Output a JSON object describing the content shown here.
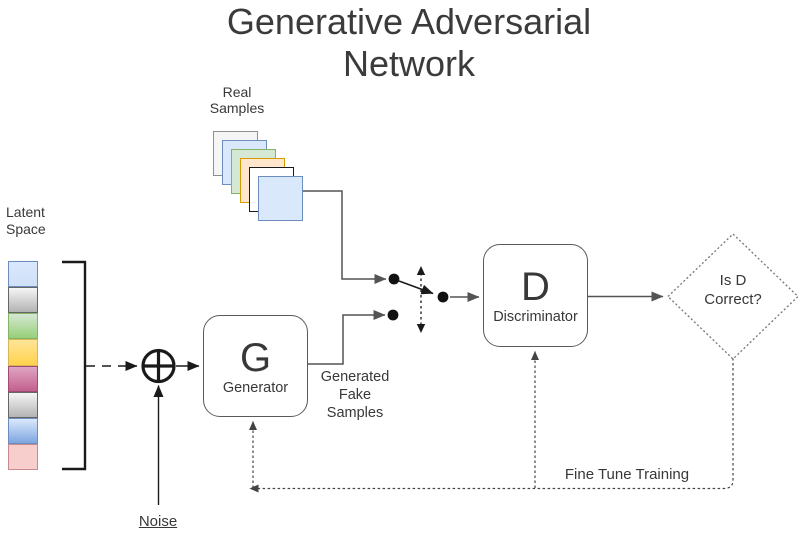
{
  "title": {
    "line1": "Generative Adversarial",
    "line2": "Network"
  },
  "labels": {
    "real_samples": {
      "line1": "Real",
      "line2": "Samples"
    },
    "latent_space": {
      "line1": "Latent",
      "line2": "Space"
    },
    "generated_fake": {
      "line1": "Generated",
      "line2": "Fake",
      "line3": "Samples"
    },
    "noise": "Noise",
    "fine_tune": "Fine Tune Training"
  },
  "nodes": {
    "generator": {
      "letter": "G",
      "label": "Generator"
    },
    "discriminator": {
      "letter": "D",
      "label": "Discriminator"
    },
    "decision": {
      "line1": "Is D",
      "line2": "Correct?"
    }
  },
  "latent_space": {
    "cells": [
      {
        "name": "light-blue",
        "top": "#dae8fc",
        "bottom": "#cfe0f7",
        "border": "#6c8ebf"
      },
      {
        "name": "gray",
        "top": "#f5f5f5",
        "bottom": "#b3b3b3",
        "border": "#666666"
      },
      {
        "name": "green",
        "top": "#d5e8d4",
        "bottom": "#97d077",
        "border": "#82b366"
      },
      {
        "name": "yellow",
        "top": "#ffe599",
        "bottom": "#ffd24d",
        "border": "#d6b656"
      },
      {
        "name": "magenta",
        "top": "#dfa5c1",
        "bottom": "#c2608e",
        "border": "#a04b74"
      },
      {
        "name": "gray",
        "top": "#f5f5f5",
        "bottom": "#b3b3b3",
        "border": "#666666"
      },
      {
        "name": "blue-gradient",
        "top": "#dae8fc",
        "bottom": "#7ea6e0",
        "border": "#6c8ebf"
      },
      {
        "name": "pink",
        "top": "#f8cecc",
        "bottom": "#f8cecc",
        "border": "#c98a8e"
      }
    ]
  },
  "real_samples_stack": {
    "squares": [
      {
        "name": "gray-sample",
        "fill": "#f5f5f5",
        "border": "#8f8f8f"
      },
      {
        "name": "blue-sample",
        "fill": "#dae8fc",
        "border": "#6c8ebf"
      },
      {
        "name": "green-sample",
        "fill": "#d5e8d4",
        "border": "#82b366"
      },
      {
        "name": "orange-sample",
        "fill": "#ffe6cc",
        "border": "#d79b00"
      },
      {
        "name": "white-sample",
        "fill": "#ffffff",
        "border": "#1a1a1a"
      },
      {
        "name": "blue-sample",
        "fill": "#dae8fc",
        "border": "#6c8ebf"
      }
    ]
  },
  "colors": {
    "text": "#383838",
    "connector_gray": "#545454",
    "connector_black": "#1a1a1a",
    "feedback_dotted": "#444444",
    "diamond_border": "#757575"
  }
}
